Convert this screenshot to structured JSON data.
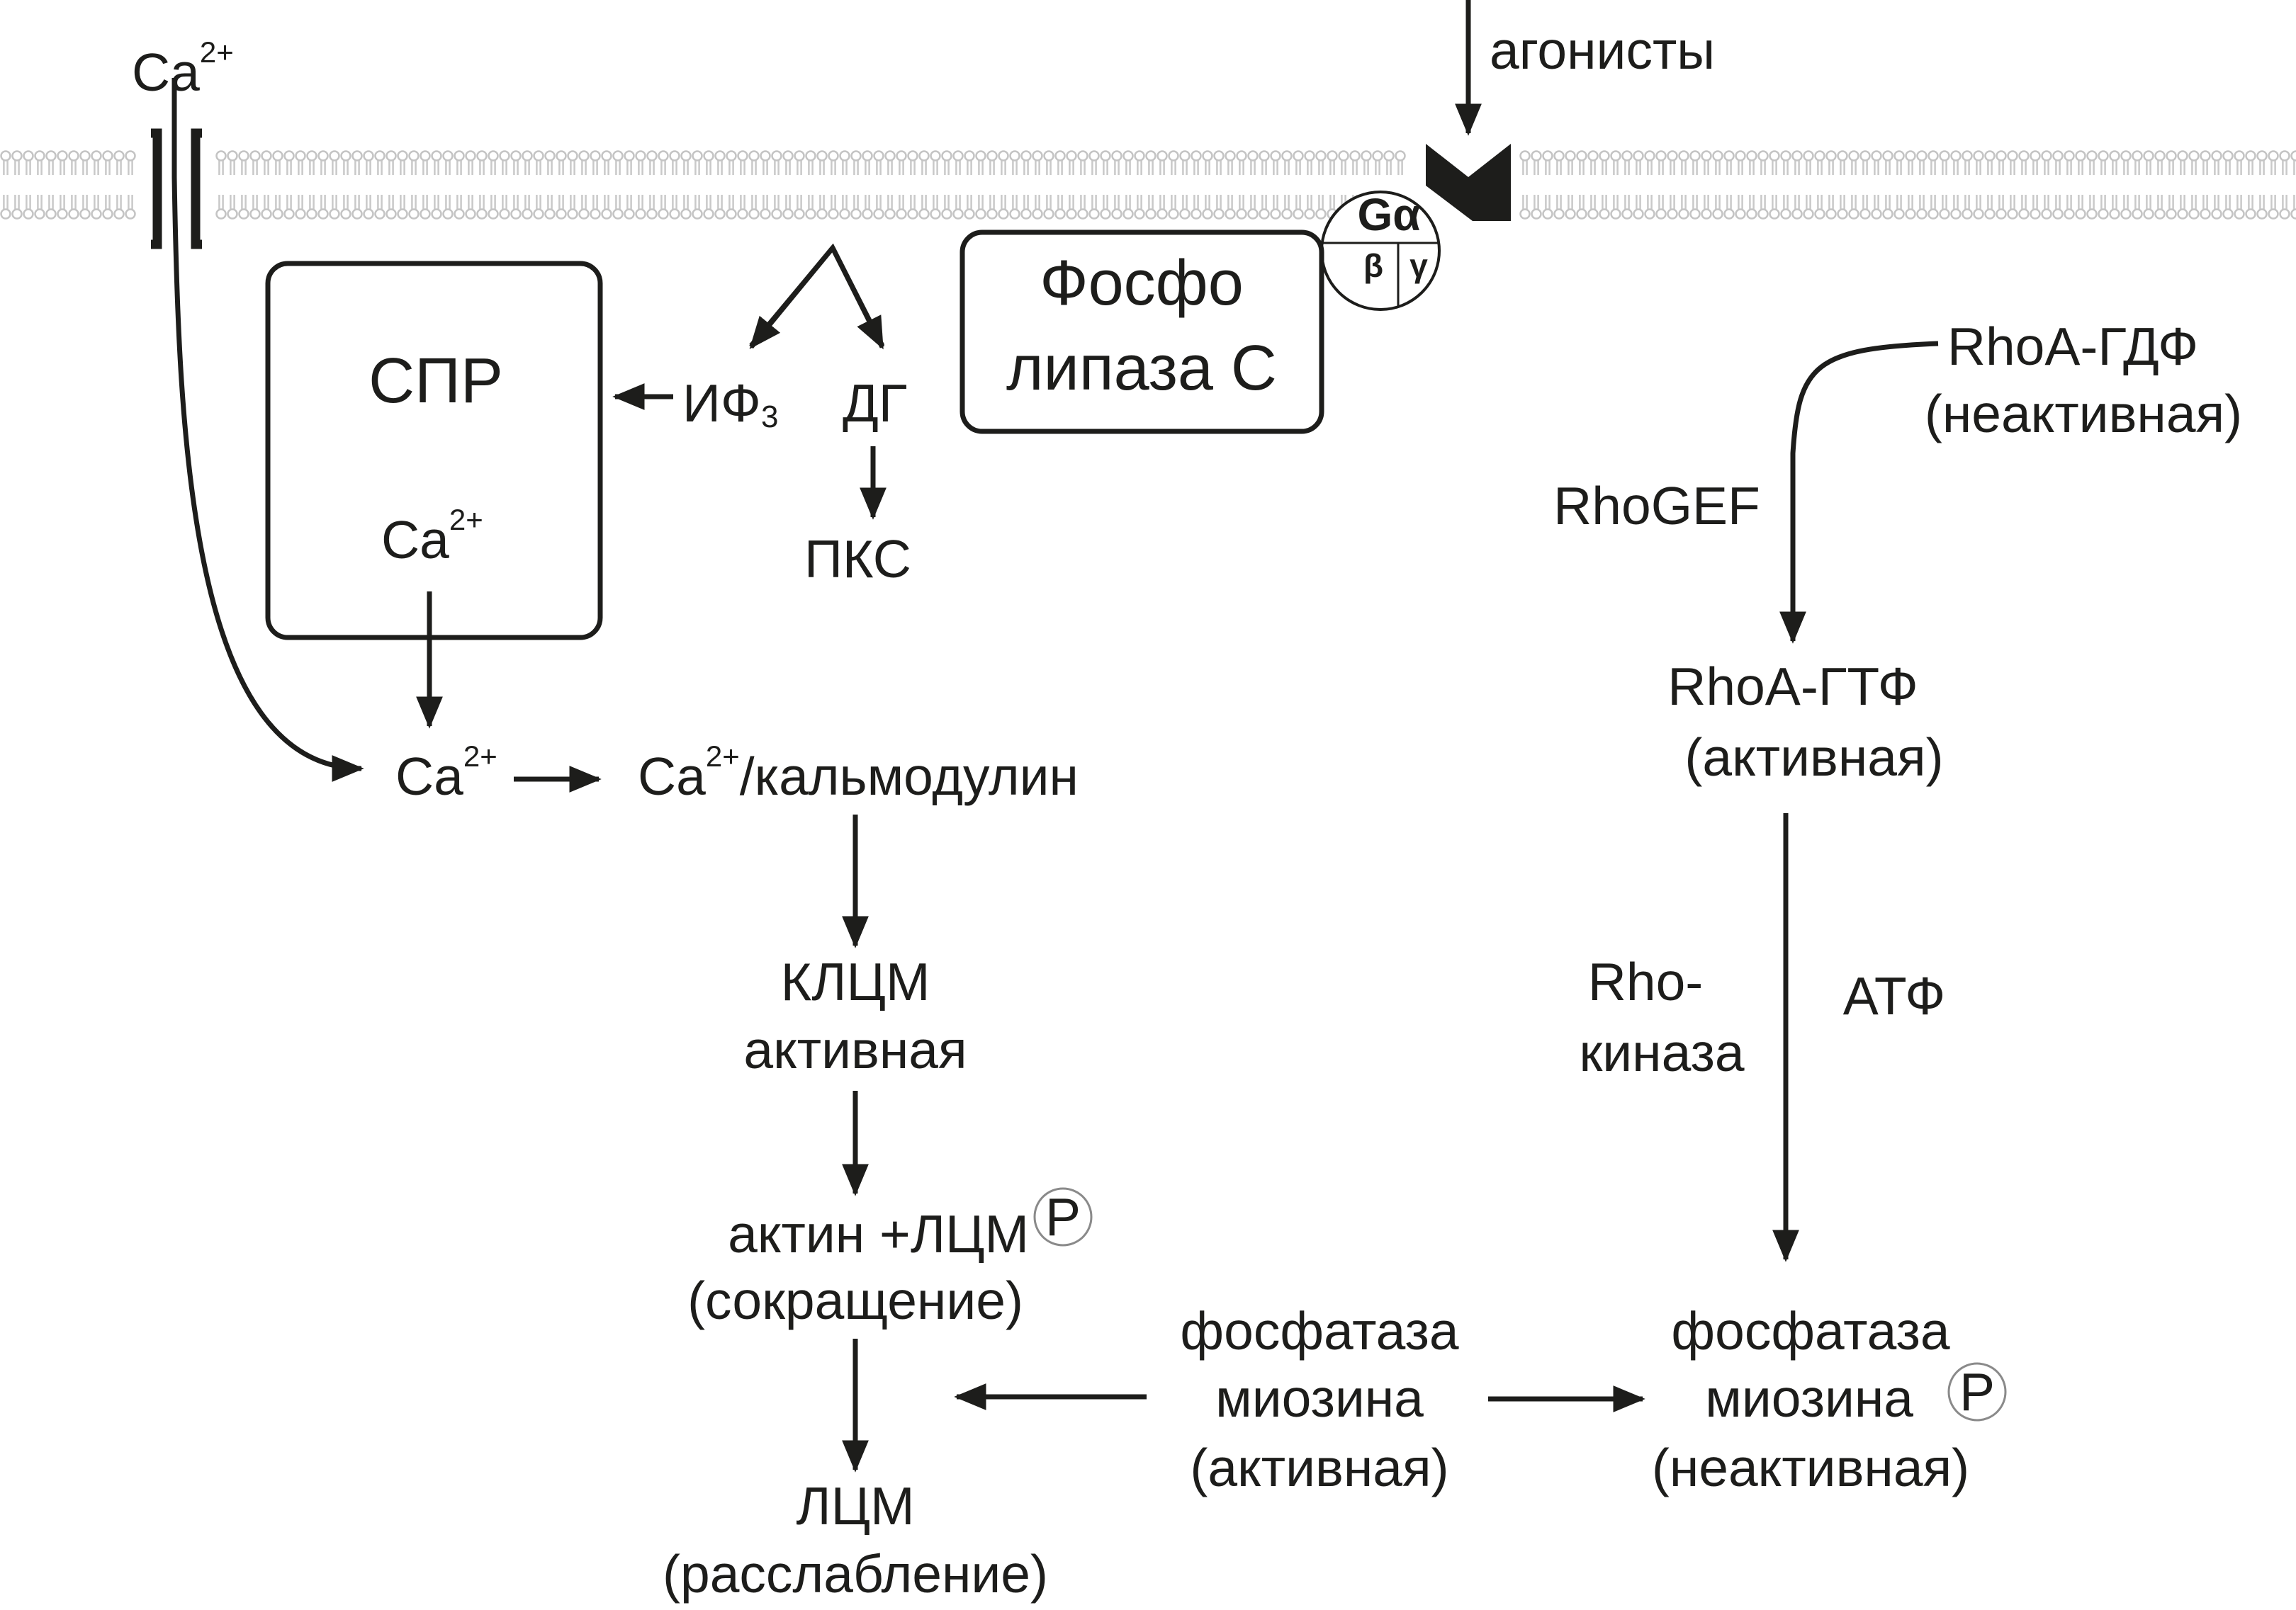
{
  "agonists": "агонисты",
  "ca_channel_top": "Ca",
  "ca_charge": "2+",
  "g_protein": {
    "alpha": "Gα",
    "beta": "β",
    "gamma": "γ"
  },
  "phospholipase": {
    "line1": "Фосфо",
    "line2": "липаза С"
  },
  "spr": {
    "title": "СПР",
    "ca": "Ca",
    "charge": "2+"
  },
  "ip3": {
    "main": "ИФ",
    "sub": "3"
  },
  "dg": "ДГ",
  "pkc": "ПКС",
  "ca_cytosol": "Ca",
  "ca_calmodulin": {
    "ca": "Ca",
    "charge": "2+",
    "rest": "/кальмодулин"
  },
  "klcm": {
    "line1": "КЛЦМ",
    "line2": "активная"
  },
  "actin": {
    "line1": "актин +ЛЦМ",
    "line2": "(сокращение)"
  },
  "lcm": {
    "line1": "ЛЦМ",
    "line2": "(расслабление)"
  },
  "phosphate_symbol": "P",
  "rhoa_gdp": {
    "line1": "RhoA-ГДФ",
    "line2": "(неактивная)"
  },
  "rhogef": "RhoGEF",
  "rhoa_gtp": {
    "line1": "RhoA-ГТФ",
    "line2": "(активная)"
  },
  "rho_kinase": {
    "line1": "Rho-",
    "line2": "киназа"
  },
  "atp": "АТФ",
  "phosphatase_active": {
    "line1": "фосфатаза",
    "line2": "миозина",
    "line3": "(активная)"
  },
  "phosphatase_inactive": {
    "line1": "фосфатаза",
    "line2": "миозина",
    "line3": "(неактивная)"
  }
}
